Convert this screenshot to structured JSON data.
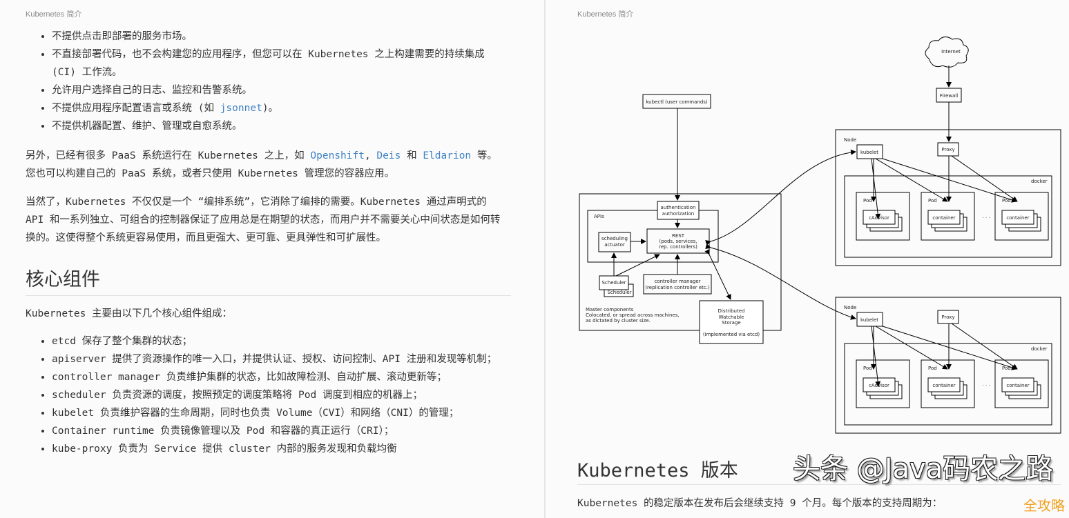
{
  "left": {
    "running_head": "Kubernetes 简介",
    "bullets_top": [
      "不提供点击即部署的服务市场。",
      "不直接部署代码，也不会构建您的应用程序，但您可以在 Kubernetes 之上构建需要的持续集成 (CI) 工作流。",
      "允许用户选择自己的日志、监控和告警系统。",
      {
        "before": "不提供应用程序配置语言或系统 (如 ",
        "link": "jsonnet",
        "after": ")。"
      },
      "不提供机器配置、维护、管理或自愈系统。"
    ],
    "para_paas": {
      "t1": "另外，已经有很多 PaaS 系统运行在 Kubernetes 之上，如 ",
      "l1": "Openshift",
      "t2": ", ",
      "l2": "Deis",
      "t3": " 和 ",
      "l3": "Eldarion",
      "t4": " 等。 您也可以构建自己的 PaaS 系统，或者只使用 Kubernetes 管理您的容器应用。"
    },
    "para_orch": "当然了，Kubernetes 不仅仅是一个 “编排系统”，它消除了编排的需要。Kubernetes 通过声明式的 API 和一系列独立、可组合的控制器保证了应用总是在期望的状态，而用户并不需要关心中间状态是如何转换的。这使得整个系统更容易使用，而且更强大、更可靠、更具弹性和可扩展性。",
    "heading": "核心组件",
    "intro": "Kubernetes 主要由以下几个核心组件组成：",
    "components": [
      "etcd 保存了整个集群的状态；",
      "apiserver 提供了资源操作的唯一入口，并提供认证、授权、访问控制、API 注册和发现等机制；",
      "controller manager 负责维护集群的状态，比如故障检测、自动扩展、滚动更新等；",
      "scheduler 负责资源的调度，按照预定的调度策略将 Pod 调度到相应的机器上；",
      "kubelet 负责维护容器的生命周期，同时也负责 Volume（CVI）和网络（CNI）的管理；",
      "Container runtime 负责镜像管理以及 Pod 和容器的真正运行（CRI）；",
      "kube-proxy 负责为 Service 提供 cluster 内部的服务发现和负载均衡"
    ]
  },
  "right": {
    "running_head": "Kubernetes 简介",
    "diagram": {
      "internet": "Internet",
      "firewall": "Firewall",
      "kubectl": "kubectl (user commands)",
      "auth": [
        "authentication",
        "authorization"
      ],
      "apis": "APIs",
      "rest": [
        "REST",
        "(pods, services,",
        "rep. controllers)"
      ],
      "sched_act": [
        "scheduling",
        "actuator"
      ],
      "scheduler": "Scheduler",
      "ctrl_mgr": [
        "controller manager",
        "(replication controller etc.)"
      ],
      "master_note": [
        "Master components",
        "Colocated, or spread across machines,",
        "as dictated by cluster size."
      ],
      "storage": [
        "Distributed",
        "Watchable",
        "Storage",
        "(implemented via etcd)"
      ],
      "node": "Node",
      "kubelet": "kubelet",
      "proxy": "Proxy",
      "docker": "docker",
      "pod": "Pod",
      "cadvisor": "cAdvisor",
      "container": "container",
      "ellipsis": "· · ·"
    },
    "heading": "Kubernetes 版本",
    "para": "Kubernetes 的稳定版本在发布后会继续支持 9 个月。每个版本的支持周期为："
  },
  "watermark": {
    "text": "头条 @Java码农之路",
    "badge": "全攻略"
  }
}
